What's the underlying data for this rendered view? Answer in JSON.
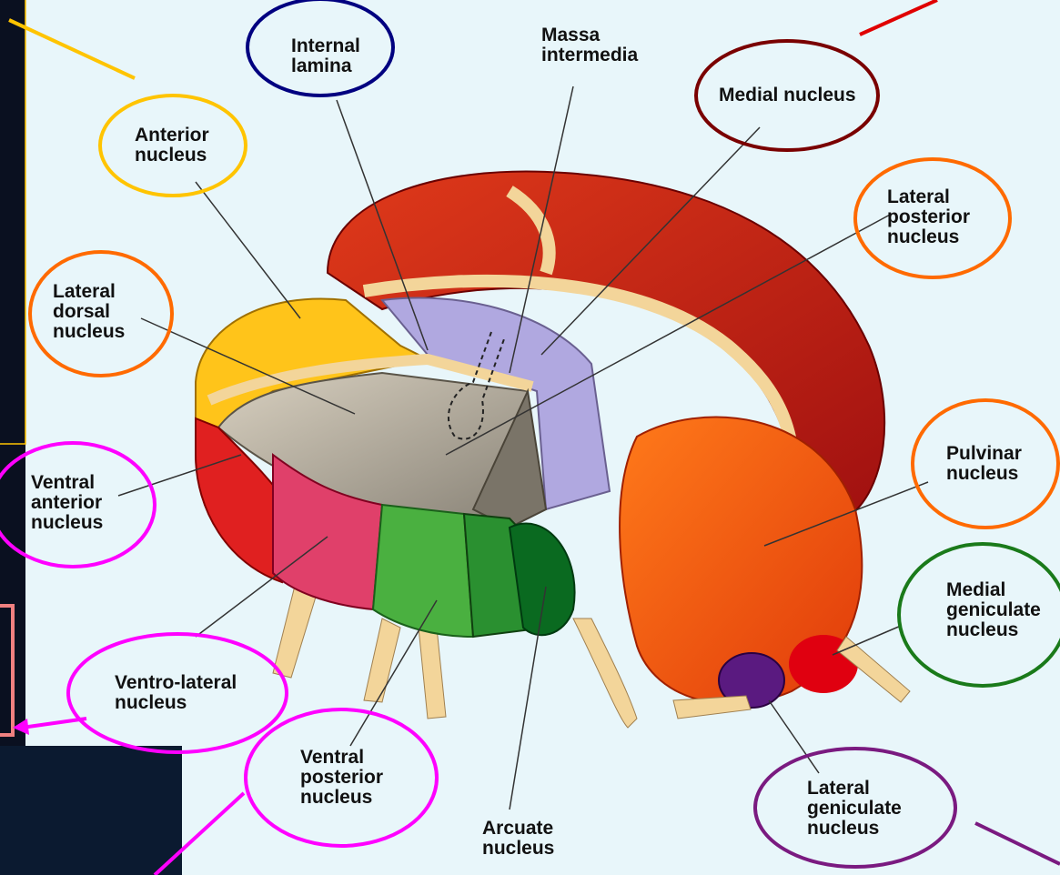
{
  "labels": {
    "internal_lamina": "Internal\nlamina",
    "massa_intermedia": "Massa\nintermedia",
    "medial_nucleus": "Medial nucleus",
    "anterior_nucleus": "Anterior\nnucleus",
    "lateral_posterior_nucleus": "Lateral\nposterior\nnucleus",
    "lateral_dorsal_nucleus": "Lateral\ndorsal\nnucleus",
    "ventral_anterior_nucleus": "Ventral\nanterior\nnucleus",
    "pulvinar_nucleus": "Pulvinar\nnucleus",
    "medial_geniculate_nucleus": "Medial\ngeniculate\nnucleus",
    "ventro_lateral_nucleus": "Ventro-lateral\nnucleus",
    "ventral_posterior_nucleus": "Ventral\nposterior\nnucleus",
    "arcuate_nucleus": "Arcuate\nnucleus",
    "lateral_geniculate_nucleus": "Lateral\ngeniculate\nnucleus"
  },
  "colors": {
    "background": "#e8f6fa",
    "outer_background": "#000000",
    "anterior": "#ffc400",
    "lateral_posterior": "#ff6a00",
    "internal_lamina": "#000080",
    "medial": "#7a0000",
    "ventral": "#ff00ff",
    "medial_geniculate": "#1a7a1a",
    "lateral_geniculate": "#7a1a80",
    "red_arrow": "#e00000",
    "salmon_box": "#f08080"
  }
}
